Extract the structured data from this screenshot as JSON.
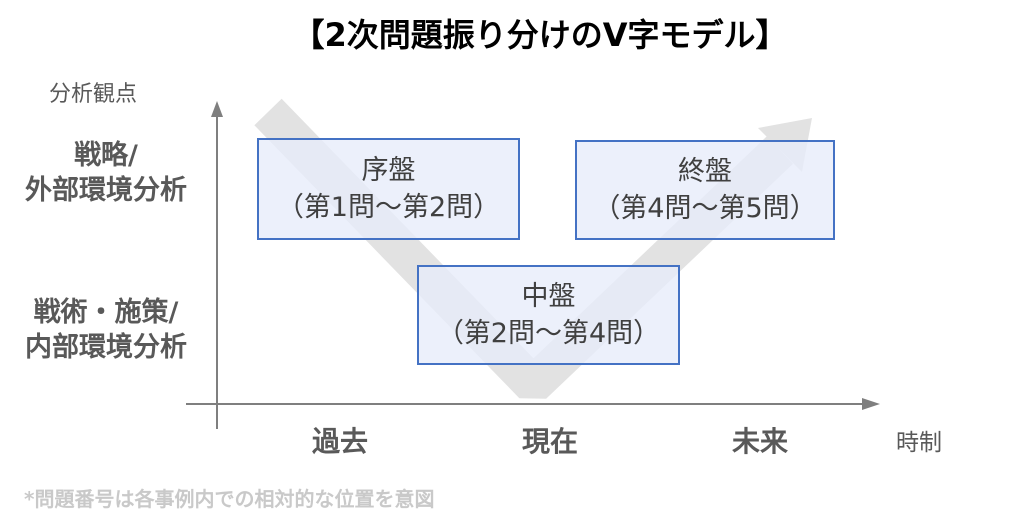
{
  "title": "【2次問題振り分けのV字モデル】",
  "y_axis": {
    "label": "分析観点",
    "ticks": [
      {
        "line1": "戦略/",
        "line2": "外部環境分析"
      },
      {
        "line1": "戦術・施策/",
        "line2": "内部環境分析"
      }
    ]
  },
  "x_axis": {
    "label": "時制",
    "ticks": [
      "過去",
      "現在",
      "未来"
    ]
  },
  "stages": [
    {
      "name": "序盤",
      "range": "（第1問～第2問）"
    },
    {
      "name": "中盤",
      "range": "（第2問～第4問）"
    },
    {
      "name": "終盤",
      "range": "（第4問～第5問）"
    }
  ],
  "footnote": "*問題番号は各事例内での相対的な位置を意図",
  "colors": {
    "box_border": "#4472c4",
    "box_fill": "#e9edf8",
    "v_arrow": "#e2e2e2",
    "axis": "#7f7f7f",
    "axis_label_text": "#595959",
    "box_text": "#404040",
    "title_text": "#000000",
    "footnote_text": "#c9c9c9"
  }
}
